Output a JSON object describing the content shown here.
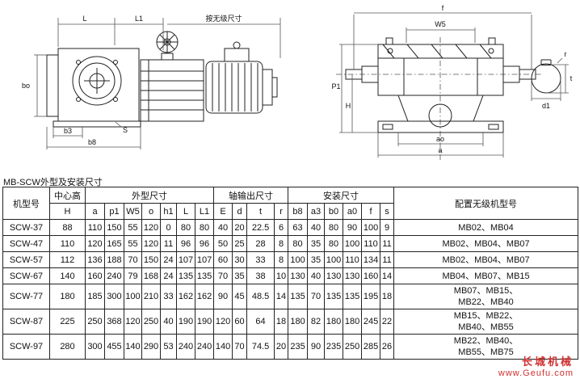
{
  "page": {
    "title": "MB-SCW外型及安装尺寸"
  },
  "watermark": {
    "line1": "长城机械",
    "line2": "www.Geufu.com",
    "color": "#d03030"
  },
  "drawing_left": {
    "labels": {
      "L": "L",
      "L1": "L1",
      "stepless": "按无级尺寸",
      "bo": "bo",
      "b3": "b3",
      "b8": "b8",
      "s": "S"
    }
  },
  "drawing_right": {
    "labels": {
      "f": "f",
      "w5": "W5",
      "p1": "P1",
      "h": "H",
      "ao": "ao",
      "a": "a",
      "r": "r",
      "t": "t",
      "d1": "d1"
    }
  },
  "table": {
    "groups": {
      "model": "机型号",
      "center_height": "中心高",
      "outline": "外型尺寸",
      "shaft": "轴输出尺寸",
      "install": "安装尺寸",
      "variator": "配置无级机型号"
    },
    "sub": [
      "H",
      "a",
      "p1",
      "W5",
      "o",
      "h1",
      "L",
      "L1",
      "E",
      "d",
      "t",
      "r",
      "b8",
      "a3",
      "b0",
      "a0",
      "f",
      "s"
    ],
    "rows": [
      [
        "SCW-37",
        "88",
        "110",
        "150",
        "55",
        "120",
        "0",
        "80",
        "80",
        "40",
        "20",
        "22.5",
        "6",
        "63",
        "40",
        "80",
        "90",
        "100",
        "9",
        "MB02、MB04"
      ],
      [
        "SCW-47",
        "110",
        "120",
        "165",
        "55",
        "120",
        "11",
        "96",
        "96",
        "50",
        "25",
        "28",
        "8",
        "80",
        "35",
        "80",
        "100",
        "110",
        "11",
        "MB02、MB04、MB07"
      ],
      [
        "SCW-57",
        "112",
        "136",
        "188",
        "70",
        "150",
        "24",
        "107",
        "107",
        "60",
        "30",
        "33",
        "8",
        "100",
        "35",
        "100",
        "110",
        "134",
        "11",
        "MB02、MB04、MB07"
      ],
      [
        "SCW-67",
        "140",
        "160",
        "240",
        "79",
        "168",
        "24",
        "135",
        "135",
        "70",
        "35",
        "38",
        "10",
        "130",
        "40",
        "130",
        "130",
        "160",
        "14",
        "MB04、MB07、MB15"
      ],
      [
        "SCW-77",
        "180",
        "185",
        "300",
        "100",
        "210",
        "33",
        "162",
        "162",
        "90",
        "45",
        "48.5",
        "14",
        "135",
        "70",
        "135",
        "135",
        "195",
        "18",
        "MB07、MB15、\nMB22、MB40"
      ],
      [
        "SCW-87",
        "225",
        "250",
        "368",
        "120",
        "250",
        "40",
        "190",
        "190",
        "120",
        "60",
        "64",
        "18",
        "180",
        "82",
        "180",
        "180",
        "245",
        "22",
        "MB15、MB22、\nMB40、MB55"
      ],
      [
        "SCW-97",
        "280",
        "300",
        "455",
        "140",
        "290",
        "53",
        "240",
        "240",
        "140",
        "70",
        "74.5",
        "20",
        "235",
        "90",
        "235",
        "250",
        "285",
        "26",
        "MB22、MB40、\nMB55、MB75"
      ]
    ]
  }
}
